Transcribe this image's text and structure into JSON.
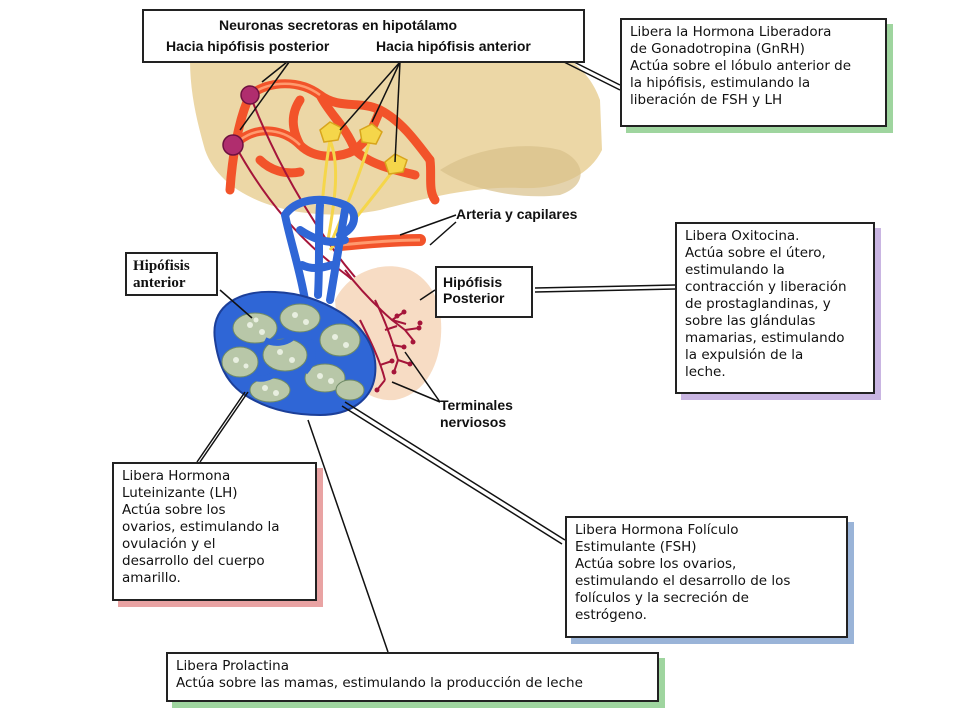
{
  "top_label": {
    "title": "Neuronas secretoras en hipotálamo",
    "posterior": "Hacia hipófisis posterior",
    "anterior": "Hacia hipófisis anterior"
  },
  "labels": {
    "arteria": "Arteria y capilares",
    "hipofisis_anterior": "Hipófisis\nanterior",
    "hipofisis_posterior": "Hipófisis\nPosterior",
    "terminales": "Terminales\nnerviosos"
  },
  "boxes": {
    "gnrh": "Libera la Hormona Liberadora\nde Gonadotropina (GnRH)\nActúa sobre el lóbulo anterior de\nla hipófisis, estimulando la\nliberación de FSH y LH",
    "oxitocina": "Libera Oxitocina.\nActúa sobre el útero,\nestimulando la\ncontracción y liberación\nde prostaglandinas, y\nsobre las glándulas\nmamarias, estimulando\nla expulsión de la\nleche.",
    "lh": "Libera Hormona\nLuteinizante (LH)\nActúa sobre los\novarios, estimulando la\novulación y el\ndesarrollo del cuerpo\namarillo.",
    "fsh": "Libera Hormona Folículo\nEstimulante (FSH)\nActúa sobre los ovarios,\nestimulando el desarrollo de los\nfolículos y la secreción de\nestrógeno.",
    "prolactina": "Libera Prolactina\nActúa sobre las mamas, estimulando la producción de leche"
  },
  "colors": {
    "tissue": "#ecd7a6",
    "artery": "#f2532a",
    "vein": "#2f66d6",
    "nerve": "#f5d64a",
    "neuron": "#b02d6e",
    "posterior_lobe": "#f7dcc4",
    "nerve_terminal": "#a5153a"
  }
}
